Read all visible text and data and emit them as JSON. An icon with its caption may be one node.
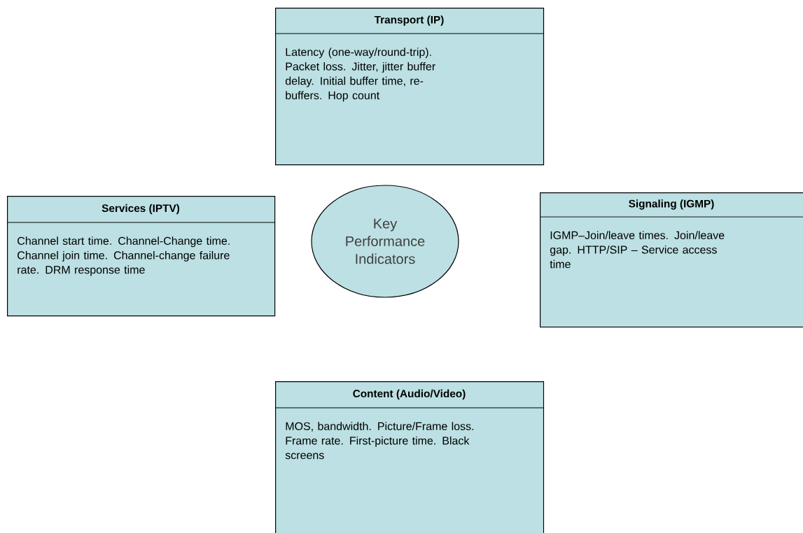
{
  "diagram": {
    "nodes": [
      {
        "text": [
          "Transport (IP)",
          "Latency (one-way/round-trip). Packet loss. Jitter, jitter buffer delay. Initial buffer time, re-buffers. Hop count"
        ]
      },
      {
        "text": [
          "Services (IPTV)",
          "Channel start time. Channel-Change time. Channel join time. Channel-change failure rate. DRM response time"
        ]
      },
      {
        "text": [
          "Key Performance Indicators"
        ]
      },
      {
        "text": [
          "Signaling (IGMP)",
          "IGMP–Join/leave times. Join/leave gap. HTTP/SIP – Service access time"
        ]
      },
      {
        "text": [
          "Content (Audio/Video)",
          "MOS, bandwidth. Picture/Frame loss. Frame rate. First-picture time. Black screens"
        ]
      }
    ]
  }
}
